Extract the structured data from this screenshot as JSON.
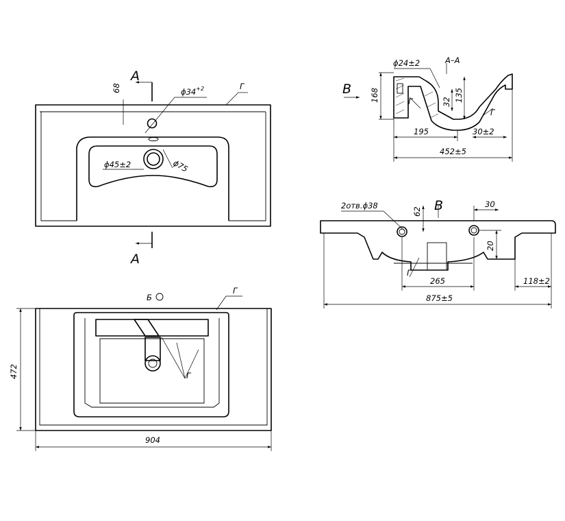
{
  "views": {
    "top": {
      "section_mark": "А",
      "dim_68": "68",
      "dim_faucet_hole": "ϕ34",
      "dim_faucet_hole_tol": "+2",
      "dim_drain": "ϕ45±2",
      "dim_drain_outer": "ϕ75",
      "leader_g": "Г"
    },
    "section": {
      "view_mark": "В",
      "title": "А–А",
      "dim_overflow": "ϕ24±2",
      "dim_168": "168",
      "dim_135": "135",
      "dim_32": "32",
      "dim_195": "195",
      "dim_30": "30±2",
      "dim_452": "452±5",
      "leader_g1": "Г",
      "leader_g2": "Г"
    },
    "side": {
      "view_mark": "В",
      "dim_holes": "2отв.ϕ38",
      "dim_62": "62",
      "dim_30": "30",
      "dim_20": "20",
      "dim_265": "265",
      "dim_118": "118±2",
      "dim_875": "875±5",
      "leader_g": "Г"
    },
    "bottom": {
      "view_mark": "Б",
      "leader_g_top": "Г",
      "leader_g": "Г",
      "dim_472": "472",
      "dim_904": "904"
    }
  }
}
